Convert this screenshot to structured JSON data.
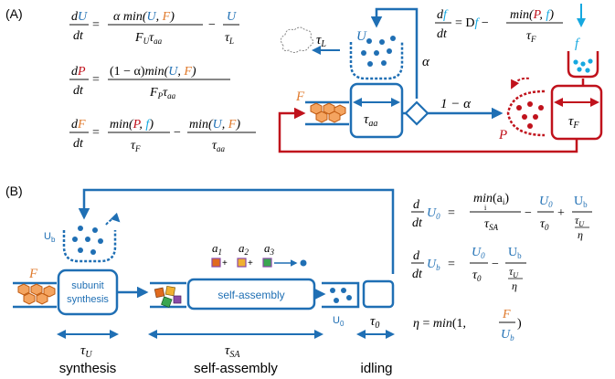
{
  "colors": {
    "blue": "#1f6fb4",
    "light_blue": "#16a8e0",
    "orange": "#e07b2e",
    "red": "#c0121c",
    "dark_red": "#b3121b",
    "black": "#111111",
    "orange_fill": "#f4a460"
  },
  "panelA": {
    "label": "(A)",
    "eq1": {
      "lhs_top": "dU",
      "lhs_bot": "dt",
      "num": "α min(U, F)",
      "den": "F_U τ_aa",
      "term2_num": "U",
      "term2_den": "τ_L"
    },
    "eq2": {
      "lhs_top": "dP",
      "lhs_bot": "dt",
      "num": "(1 − α)min(U, F)",
      "den": "F_P τ_aa"
    },
    "eq3": {
      "lhs_top": "dF",
      "lhs_bot": "dt",
      "num1": "min(P, f)",
      "den1": "τ_F",
      "num2": "min(U, F)",
      "den2": "τ_aa"
    },
    "eq_f": {
      "lhs_top": "df",
      "lhs_bot": "dt",
      "rhs": "= D f −",
      "num": "min(P, f)",
      "den": "τ_F"
    },
    "labels": {
      "tau_L": "τL",
      "U": "U",
      "alpha": "α",
      "one_minus_alpha": "1 − α",
      "F": "F",
      "tau_aa": "τaa",
      "P": "P",
      "tau_F": "τF",
      "f": "f"
    }
  },
  "panelB": {
    "label": "(B)",
    "Ub": "Ub",
    "F": "F",
    "box1": "subunit\nsynthesis",
    "box1_line1": "subunit",
    "box1_line2": "synthesis",
    "box2": "self-assembly",
    "U0": "U0",
    "a_labels": [
      "a1",
      "a2",
      "a3"
    ],
    "tau_U": "τU",
    "tau_SA": "τSA",
    "tau_0": "τ0",
    "step1": "synthesis",
    "step2": "self-assembly",
    "step3": "idling",
    "eqB1": {
      "lhs": "d/dt U0 =",
      "num1": "min(ai)",
      "den1": "τSA",
      "num2": "U0",
      "den2": "τ0",
      "num3": "Ub",
      "den3": "τU / η"
    },
    "eqB2": {
      "lhs": "d/dt Ub =",
      "num1": "U0",
      "den1": "τ0",
      "num2": "Ub",
      "den2": "τU / η"
    },
    "eqB3": {
      "text": "η = min(1,",
      "num": "F",
      "den": "Ub"
    }
  }
}
